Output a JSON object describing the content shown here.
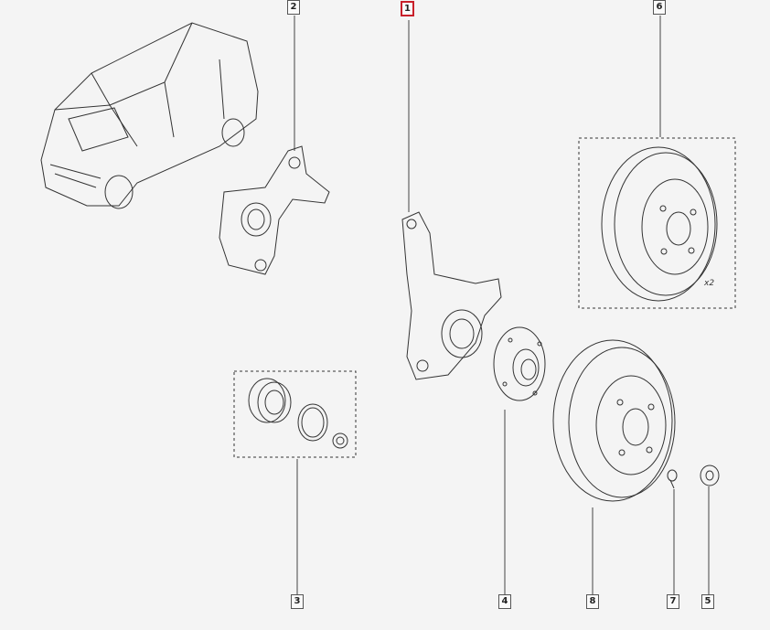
{
  "callouts": [
    {
      "id": "1",
      "label": "1",
      "selected": true
    },
    {
      "id": "2",
      "label": "2"
    },
    {
      "id": "3",
      "label": "3"
    },
    {
      "id": "4",
      "label": "4"
    },
    {
      "id": "5",
      "label": "5"
    },
    {
      "id": "6",
      "label": "6"
    },
    {
      "id": "7",
      "label": "7"
    },
    {
      "id": "8",
      "label": "8"
    }
  ],
  "notes": {
    "disc_quantity": "x2"
  },
  "colors": {
    "selected": "#c8202a",
    "line": "#333333",
    "background": "#f4f4f4"
  }
}
